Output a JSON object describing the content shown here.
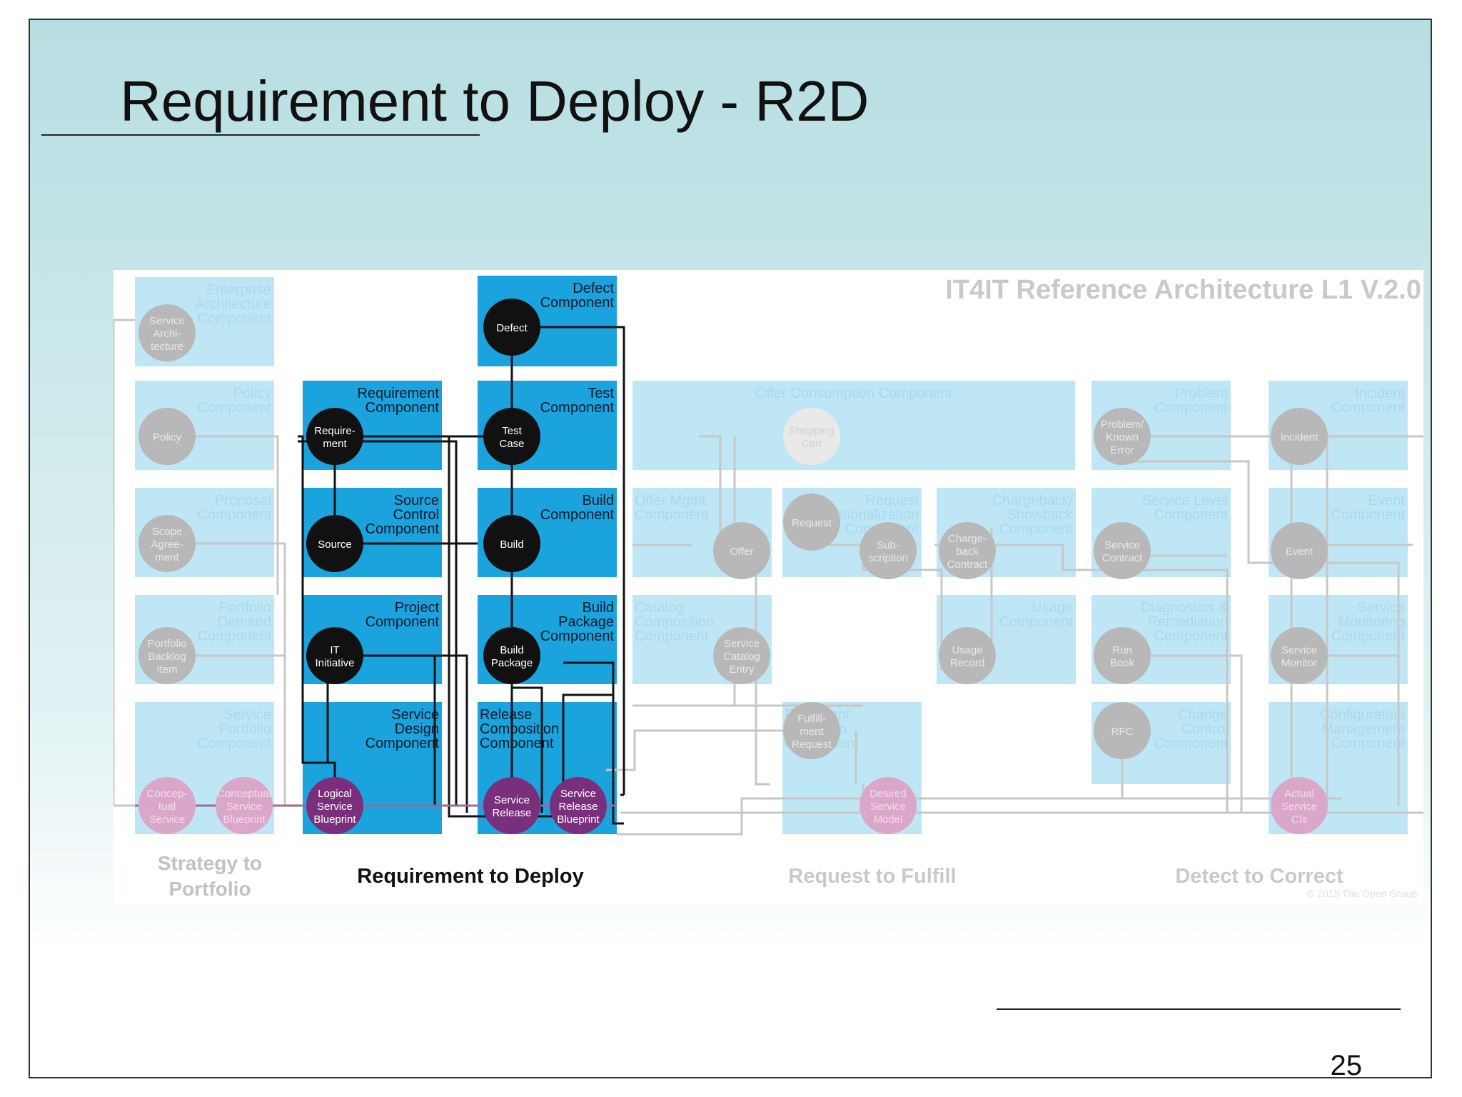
{
  "slide": {
    "title": "Requirement to Deploy - R2D",
    "page_number": "25"
  },
  "diagram": {
    "heading": "IT4IT Reference Architecture L1 V.2.0",
    "copyright": "© 2015 The Open Group",
    "streams": {
      "s2p": [
        "Strategy to",
        "Portfolio"
      ],
      "r2d": "Requirement to Deploy",
      "r2f": "Request to Fulfill",
      "d2c": "Detect to Correct"
    },
    "colors": {
      "r2d_box": "#1aa3dd",
      "faded_box": "#bfe6f5",
      "node_black": "#111111",
      "node_purple": "#7a2f7c",
      "node_faded": "#b8b8b8",
      "node_faded_purple": "#dba7c9",
      "line_black": "#111111",
      "line_faded": "#c7c7c7"
    },
    "components": [
      {
        "id": "ea",
        "lines": [
          "Enterprise",
          "Architecture",
          "Component"
        ]
      },
      {
        "id": "policy",
        "lines": [
          "Policy",
          "Component"
        ]
      },
      {
        "id": "proposal",
        "lines": [
          "Proposal",
          "Component"
        ]
      },
      {
        "id": "portfolio",
        "lines": [
          "Portfolio",
          "Demand",
          "Component"
        ]
      },
      {
        "id": "svcport",
        "lines": [
          "Service",
          "Portfolio",
          "Component"
        ]
      },
      {
        "id": "req",
        "lines": [
          "Requirement",
          "Component"
        ]
      },
      {
        "id": "scc",
        "lines": [
          "Source",
          "Control",
          "Component"
        ]
      },
      {
        "id": "proj",
        "lines": [
          "Project",
          "Component"
        ]
      },
      {
        "id": "sdc",
        "lines": [
          "Service",
          "Design",
          "Component"
        ]
      },
      {
        "id": "defect",
        "lines": [
          "Defect",
          "Component"
        ]
      },
      {
        "id": "test",
        "lines": [
          "Test",
          "Component"
        ]
      },
      {
        "id": "build",
        "lines": [
          "Build",
          "Component"
        ]
      },
      {
        "id": "buildpkg",
        "lines": [
          "Build",
          "Package",
          "Component"
        ]
      },
      {
        "id": "rcc",
        "lines": [
          "Release",
          "Composition",
          "Component"
        ]
      },
      {
        "id": "offercons",
        "lines": [
          "Offer Consumption Component"
        ]
      },
      {
        "id": "offermgmt",
        "lines": [
          "Offer Mgmt",
          "Component"
        ]
      },
      {
        "id": "catalog",
        "lines": [
          "Catalog",
          "Composition",
          "Component"
        ]
      },
      {
        "id": "reqrat",
        "lines": [
          "Request",
          "Rationalization",
          "Component"
        ]
      },
      {
        "id": "chargeback",
        "lines": [
          "Chargeback/",
          "Showback",
          "Component"
        ]
      },
      {
        "id": "usage",
        "lines": [
          "Usage",
          "Component"
        ]
      },
      {
        "id": "fulfil",
        "lines": [
          "Fulfillment",
          "Execution",
          "Component"
        ]
      },
      {
        "id": "problem",
        "lines": [
          "Problem",
          "Component"
        ]
      },
      {
        "id": "slc",
        "lines": [
          "Service Level",
          "Component"
        ]
      },
      {
        "id": "diag",
        "lines": [
          "Diagnostics &",
          "Remediation",
          "Component"
        ]
      },
      {
        "id": "change",
        "lines": [
          "Change",
          "Control",
          "Component"
        ]
      },
      {
        "id": "incident",
        "lines": [
          "Incident",
          "Component"
        ]
      },
      {
        "id": "event",
        "lines": [
          "Event",
          "Component"
        ]
      },
      {
        "id": "svcmon",
        "lines": [
          "Service",
          "Monitoring",
          "Component"
        ]
      },
      {
        "id": "config",
        "lines": [
          "Configuration",
          "Management",
          "Component"
        ]
      }
    ],
    "nodes": [
      {
        "id": "n-svcarch",
        "lines": [
          "Service",
          "Archi-",
          "tecture"
        ]
      },
      {
        "id": "n-policy",
        "lines": [
          "Policy"
        ]
      },
      {
        "id": "n-scope",
        "lines": [
          "Scope",
          "Agree-",
          "ment"
        ]
      },
      {
        "id": "n-backlog",
        "lines": [
          "Portfolio",
          "Backlog",
          "Item"
        ]
      },
      {
        "id": "n-conceptual",
        "lines": [
          "Concep-",
          "tual",
          "Service"
        ]
      },
      {
        "id": "n-conceptual-bp",
        "lines": [
          "Conceptual",
          "Service",
          "Blueprint"
        ]
      },
      {
        "id": "n-requirement",
        "lines": [
          "Require-",
          "ment"
        ]
      },
      {
        "id": "n-source",
        "lines": [
          "Source"
        ]
      },
      {
        "id": "n-initiative",
        "lines": [
          "IT",
          "Initiative"
        ]
      },
      {
        "id": "n-logical",
        "lines": [
          "Logical",
          "Service",
          "Blueprint"
        ]
      },
      {
        "id": "n-defect",
        "lines": [
          "Defect"
        ]
      },
      {
        "id": "n-testcase",
        "lines": [
          "Test",
          "Case"
        ]
      },
      {
        "id": "n-build",
        "lines": [
          "Build"
        ]
      },
      {
        "id": "n-buildpkg",
        "lines": [
          "Build",
          "Package"
        ]
      },
      {
        "id": "n-svcrelease",
        "lines": [
          "Service",
          "Release"
        ]
      },
      {
        "id": "n-svcrelbp",
        "lines": [
          "Service",
          "Release",
          "Blueprint"
        ]
      },
      {
        "id": "n-cart",
        "lines": [
          "Shopping",
          "Cart"
        ]
      },
      {
        "id": "n-offer",
        "lines": [
          "Offer"
        ]
      },
      {
        "id": "n-catentry",
        "lines": [
          "Service",
          "Catalog",
          "Entry"
        ]
      },
      {
        "id": "n-request",
        "lines": [
          "Request"
        ]
      },
      {
        "id": "n-subscription",
        "lines": [
          "Sub-",
          "scription"
        ]
      },
      {
        "id": "n-chargeback",
        "lines": [
          "Charge-",
          "back",
          "Contract"
        ]
      },
      {
        "id": "n-usagerec",
        "lines": [
          "Usage",
          "Record"
        ]
      },
      {
        "id": "n-fulfilreq",
        "lines": [
          "Fulfill-",
          "ment",
          "Request"
        ]
      },
      {
        "id": "n-desired",
        "lines": [
          "Desired",
          "Service",
          "Model"
        ]
      },
      {
        "id": "n-problem",
        "lines": [
          "Problem/",
          "Known",
          "Error"
        ]
      },
      {
        "id": "n-svccontract",
        "lines": [
          "Service",
          "Contract"
        ]
      },
      {
        "id": "n-runbook",
        "lines": [
          "Run",
          "Book"
        ]
      },
      {
        "id": "n-rfc",
        "lines": [
          "RFC"
        ]
      },
      {
        "id": "n-incident",
        "lines": [
          "Incident"
        ]
      },
      {
        "id": "n-event",
        "lines": [
          "Event"
        ]
      },
      {
        "id": "n-svcmonitor",
        "lines": [
          "Service",
          "Monitor"
        ]
      },
      {
        "id": "n-actual",
        "lines": [
          "Actual",
          "Service",
          "CIs"
        ]
      }
    ]
  }
}
